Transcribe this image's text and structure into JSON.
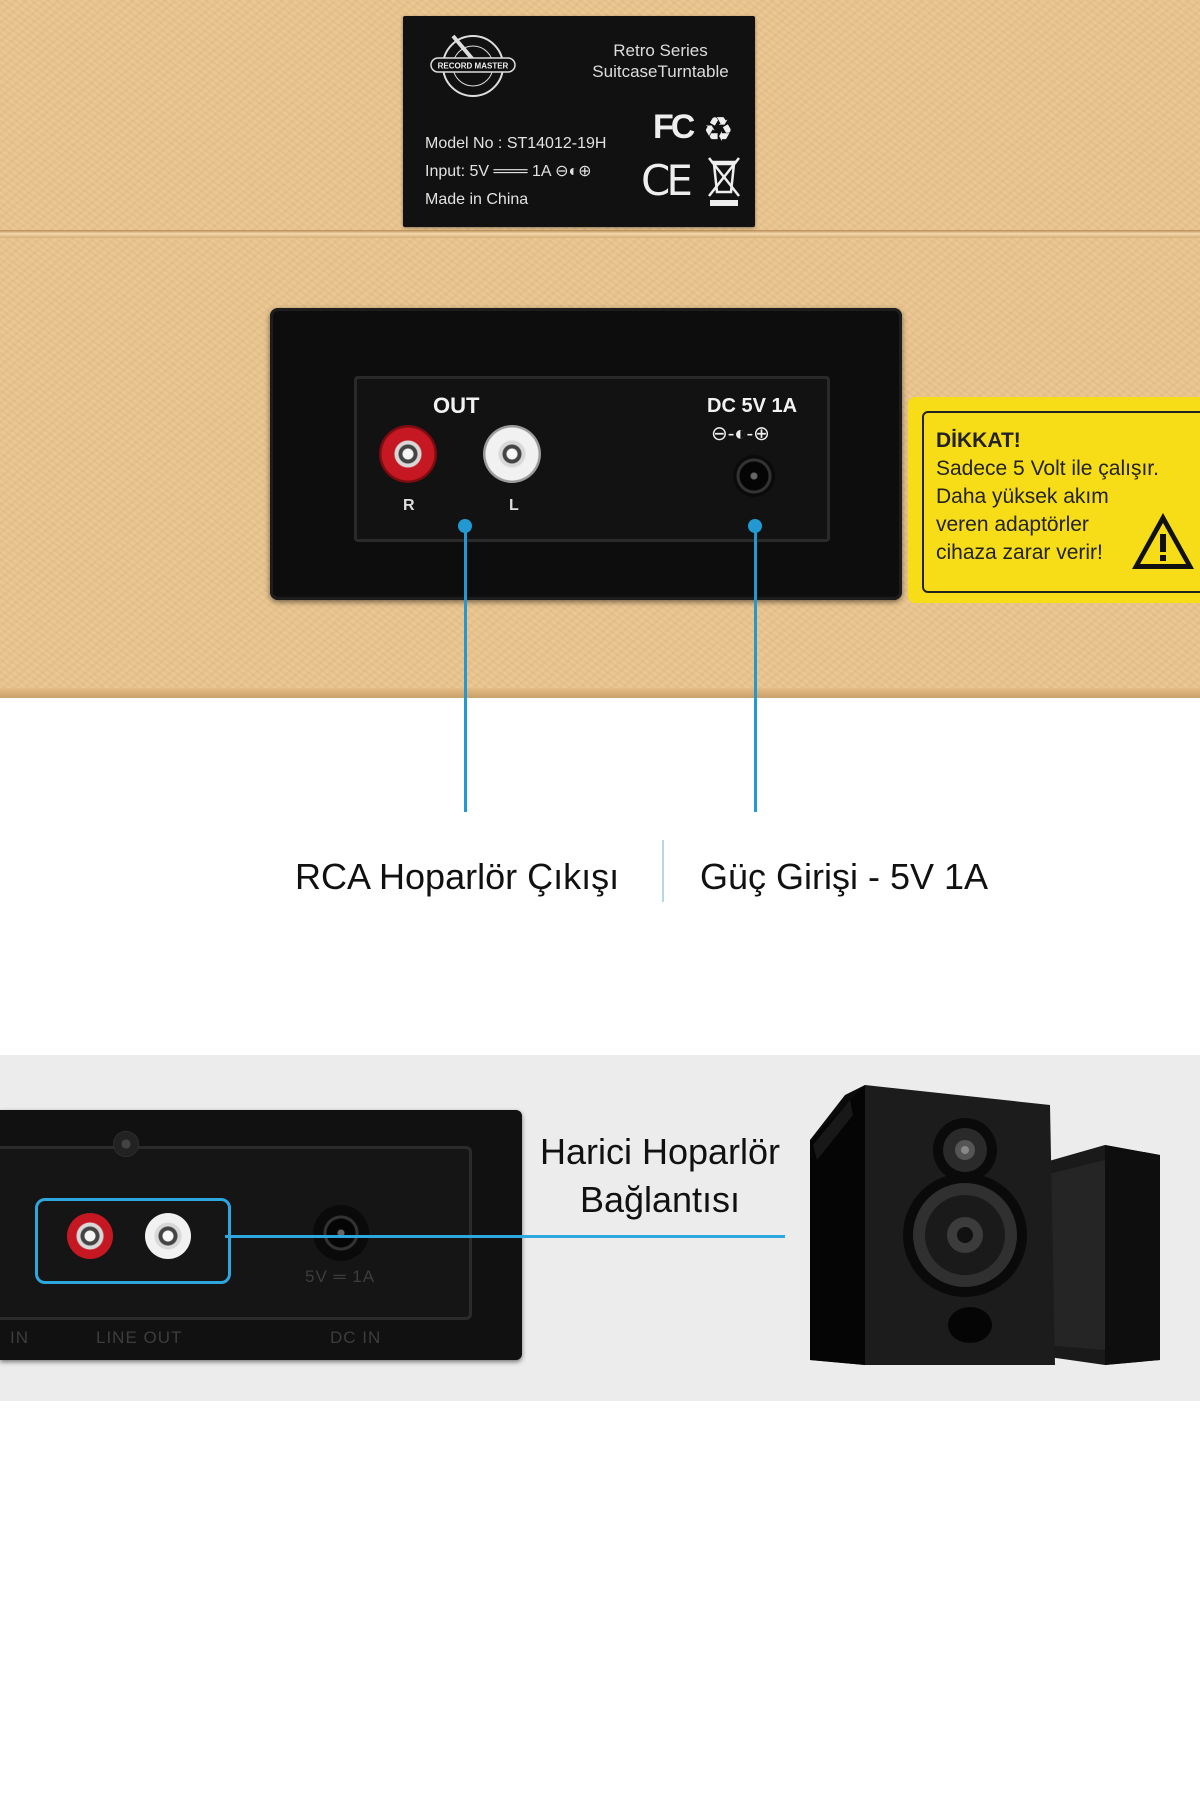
{
  "spec_label": {
    "logo_text": "RECORD MASTER",
    "series_line1": "Retro Series",
    "series_line2": "SuitcaseTurntable",
    "model": "Model No : ST14012-19H",
    "input": "Input:  5V ═══ 1A  ⊖◐⊕",
    "made_in": "Made in China",
    "fc": "FC",
    "ce": "CE"
  },
  "connector_panel": {
    "out_label": "OUT",
    "dc_label": "DC 5V 1A",
    "polarity": "⊖-◐-⊕",
    "right_label": "R",
    "left_label": "L"
  },
  "warning": {
    "title": "DİKKAT!",
    "line1": "Sadece 5 Volt ile çalışır.",
    "line2": "Daha yüksek akım",
    "line3": "veren adaptörler",
    "line4": "cihaza zarar verir!",
    "icon": "warning-triangle-icon"
  },
  "callouts": {
    "rca": "RCA Hoparlör Çıkışı",
    "power": "Güç Girişi - 5V 1A"
  },
  "lower": {
    "speaker_line1": "Harici Hoparlör",
    "speaker_line2": "Bağlantısı",
    "line_out": "LINE OUT",
    "dc_in": "DC IN",
    "in": "IN",
    "voltage": "5V ═ 1A"
  },
  "colors": {
    "leather": "#e9c48e",
    "accent_blue": "#2299d3",
    "warning_yellow": "#f7dd17"
  }
}
